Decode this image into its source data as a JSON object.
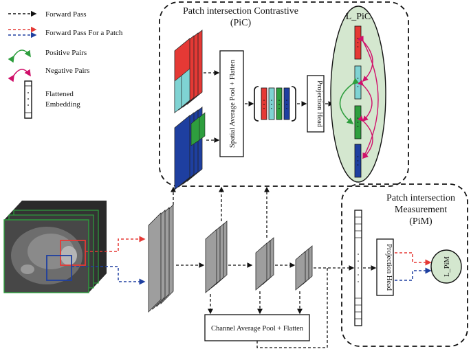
{
  "legend": {
    "forward_pass": "Forward Pass",
    "forward_pass_patch": "Forward Pass For a Patch",
    "positive_pairs": "Positive Pairs",
    "negative_pairs": "Negative Pairs",
    "flattened_line1": "Flattened",
    "flattened_line2": "Embedding"
  },
  "pic": {
    "title_line1": "Patch intersection Contrastive",
    "title_line2": "(PiC)",
    "pool_label": "Spatial Average Pool + Flatten",
    "head_label": "Projection Head",
    "loss_label": "L_PiC"
  },
  "pim": {
    "title_line1": "Patch intersection",
    "title_line2": "Measurement",
    "title_line3": "(PiM)",
    "head_label": "Projection Head",
    "loss_label": "L_PiM"
  },
  "encoder": {
    "channel_pool_label": "Channel Average Pool + Flatten"
  },
  "colors": {
    "red": "#e53935",
    "blue": "#1e3fa0",
    "cyan": "#7fd3d3",
    "green": "#2e9e3e",
    "magenta": "#d0106a",
    "gray": "#9e9e9e",
    "ellipse_fill": "#d4e7cf"
  }
}
